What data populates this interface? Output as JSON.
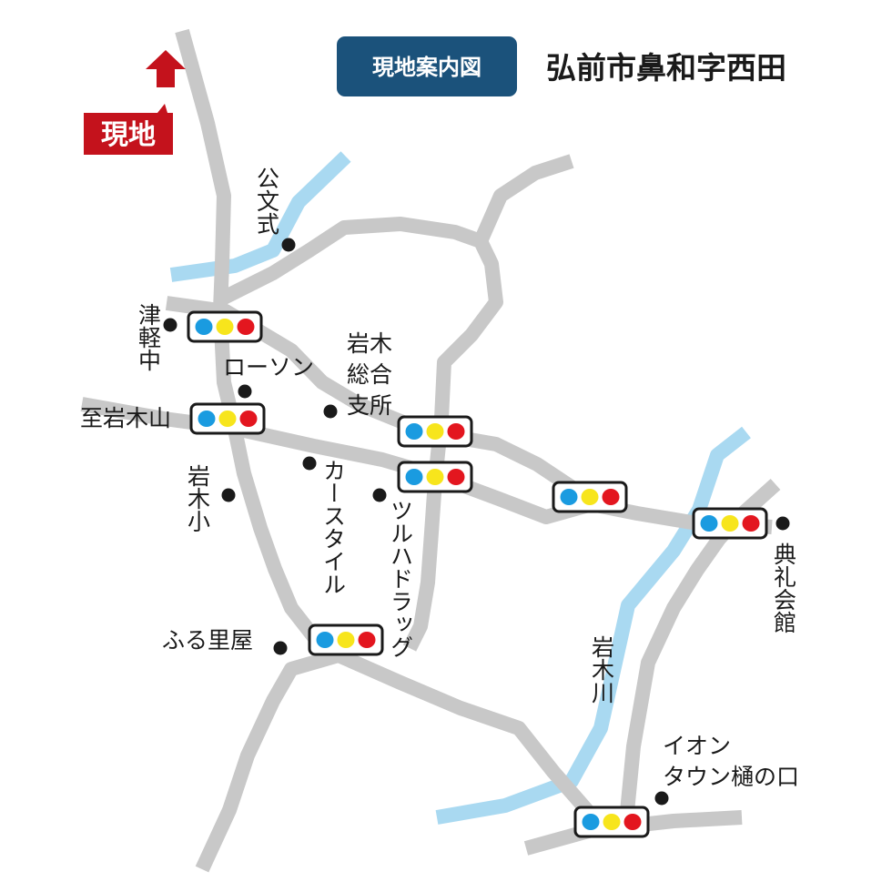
{
  "header": {
    "badge_label": "現地案内図",
    "title": "弘前市鼻和字西田"
  },
  "current_location": {
    "label": "現地",
    "marker_icon": "up-arrow-icon"
  },
  "colors": {
    "road": "#c8c8c8",
    "river": "#a9d9f1",
    "badge_blue": "#1b527b",
    "marker_red": "#c4121c",
    "signal_blue": "#1a9be0",
    "signal_yellow": "#f7e51c",
    "signal_red": "#e3161f"
  },
  "traffic_signal_icon": "traffic-light-icon",
  "landmarks": {
    "kumon": "公文式",
    "tsugaru_chu": "津軽中",
    "lawson": "ローソン",
    "iwaki_shisho": [
      "岩木",
      "総合",
      "支所"
    ],
    "to_iwakisan": "至岩木山",
    "iwaki_sho": "岩木小",
    "car_style": "カースタイル",
    "tsuruha_drug": "ツルハドラッグ",
    "furusatoya": "ふる里屋",
    "tenrei_kaikan": "典礼会館",
    "iwaki_river": "岩木川",
    "aeon": [
      "イオン",
      "タウン樋の口"
    ]
  }
}
